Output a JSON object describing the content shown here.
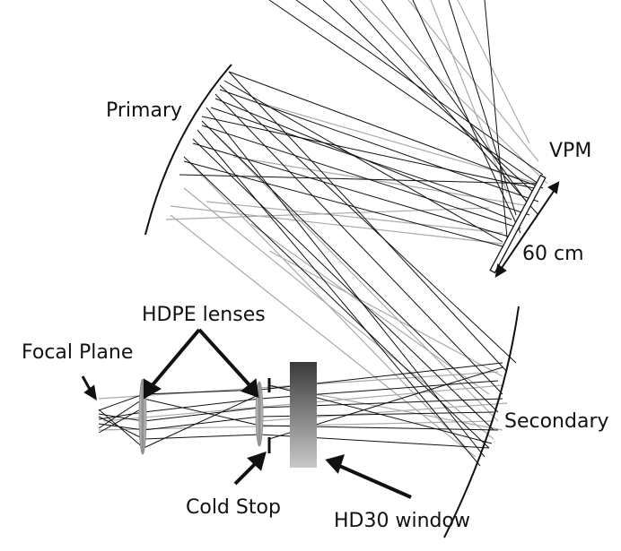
{
  "labels": {
    "primary": "Primary",
    "vpm": "VPM",
    "vpm_span": "60 cm",
    "hdpe_lenses": "HDPE lenses",
    "focal_plane": "Focal Plane",
    "secondary": "Secondary",
    "cold_stop": "Cold Stop",
    "window": "HD30 window"
  },
  "colors": {
    "ray_dark": "#111111",
    "ray_light": "#aaaaaa",
    "mirror": "#111111",
    "lens": "#9a9a9a",
    "window_top": "#3a3a3a",
    "window_bottom": "#c9c9c9"
  }
}
